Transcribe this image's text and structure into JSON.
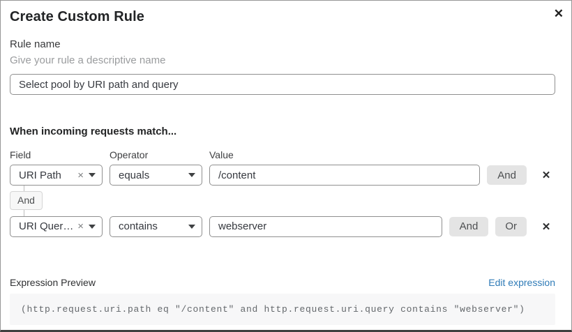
{
  "dialog": {
    "title": "Create Custom Rule"
  },
  "icons": {
    "close": "✕",
    "clear": "×",
    "delete": "✕"
  },
  "rule_name": {
    "label": "Rule name",
    "helper": "Give your rule a descriptive name",
    "value": "Select pool by URI path and query"
  },
  "match_section": {
    "heading": "When incoming requests match...",
    "columns": {
      "field": "Field",
      "operator": "Operator",
      "value": "Value"
    },
    "connector_label": "And",
    "conditions": [
      {
        "field": "URI Path",
        "operator": "equals",
        "value": "/content",
        "and_label": "And"
      },
      {
        "field": "URI Query St...",
        "operator": "contains",
        "value": "webserver",
        "and_label": "And",
        "or_label": "Or"
      }
    ]
  },
  "expression": {
    "label": "Expression Preview",
    "edit_link": "Edit expression",
    "code": "(http.request.uri.path eq \"/content\" and http.request.uri.query contains \"webserver\")"
  },
  "colors": {
    "link_blue": "#2f7bb7",
    "button_gray": "#e4e4e4",
    "code_background": "#f7f7f8",
    "border_gray": "#8f8f8f"
  }
}
